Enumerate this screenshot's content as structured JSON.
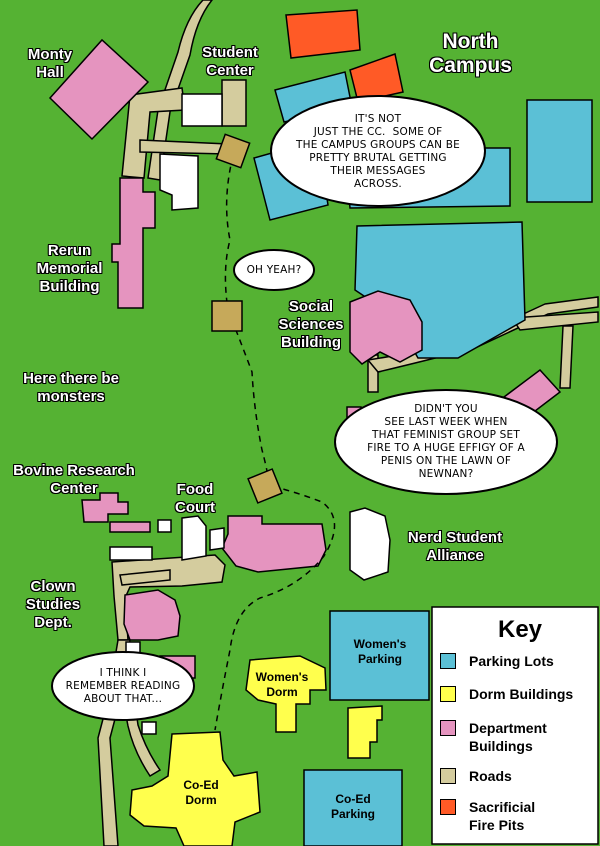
{
  "labels": {
    "north_campus": "North\nCampus",
    "monty_hall": "Monty\nHall",
    "student_center": "Student\nCenter",
    "rerun": "Rerun\nMemorial\nBuilding",
    "social_sciences": "Social\nSciences\nBuilding",
    "monsters": "Here there be\nmonsters",
    "bovine": "Bovine Research\nCenter",
    "food_court": "Food\nCourt",
    "nerd_alliance": "Nerd Student\nAlliance",
    "clown_studies": "Clown\nStudies\nDept.",
    "womens_parking": "Women's\nParking",
    "womens_dorm": "Women's\nDorm",
    "coed_dorm": "Co-Ed\nDorm",
    "coed_parking": "Co-Ed\nParking"
  },
  "bubbles": {
    "cc": "IT'S NOT\nJUST THE CC.  SOME OF\nTHE CAMPUS GROUPS CAN BE\nPRETTY BRUTAL GETTING\nTHEIR MESSAGES\nACROSS.",
    "oh_yeah": "OH YEAH?",
    "effigy": "DIDN'T YOU\nSEE LAST WEEK WHEN\nTHAT FEMINIST GROUP SET\nFIRE TO A HUGE EFFIGY OF A\nPENIS ON THE LAWN OF\nNEWNAN?",
    "reading": "I THINK I\nREMEMBER READING\nABOUT THAT..."
  },
  "key": {
    "title": "Key",
    "items": [
      {
        "label": "Parking Lots",
        "color": "#5bc0d6"
      },
      {
        "label": "Dorm Buildings",
        "color": "#ffff4d"
      },
      {
        "label": "Department\nBuildings",
        "color": "#e594bf"
      },
      {
        "label": "Roads",
        "color": "#d4cc9e"
      },
      {
        "label": "Sacrificial\nFire Pits",
        "color": "#ff5a26"
      }
    ]
  },
  "colors": {
    "grass": "#55b233",
    "parking": "#5bc0d6",
    "dorm": "#ffff4d",
    "department": "#e594bf",
    "road": "#d4cc9e",
    "fire_pit": "#ff5a26",
    "marker": "#c6a95a"
  }
}
